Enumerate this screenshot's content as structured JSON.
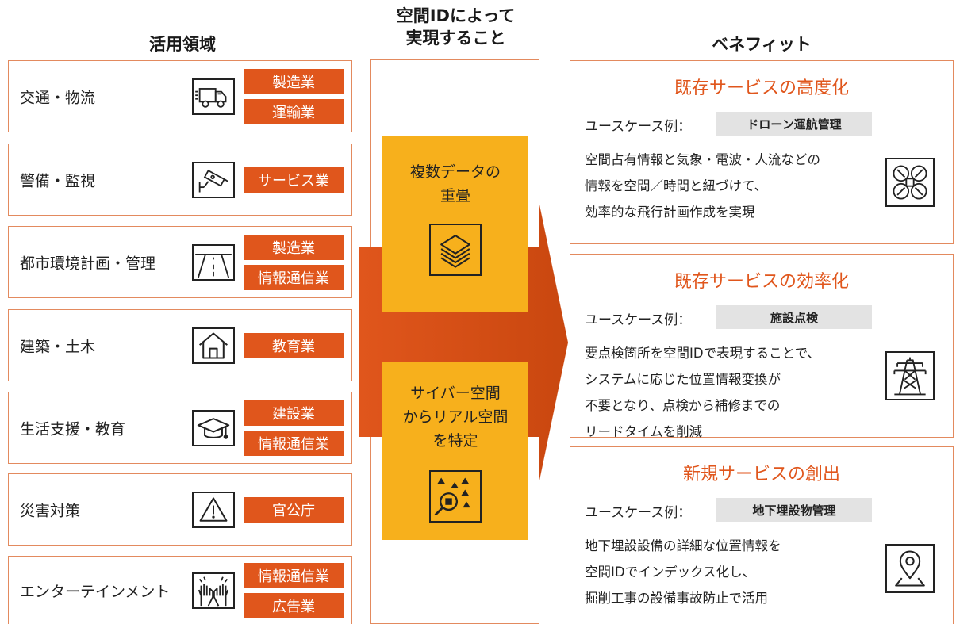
{
  "headers": {
    "left": "活用領域",
    "middle": "空間IDによって\n実現すること",
    "right": "ベネフィット"
  },
  "colors": {
    "accent": "#e0561c",
    "border": "#e38a5e",
    "highlight": "#f7b01c",
    "usecase_bg": "#e3e3e3"
  },
  "domains": [
    {
      "name": "交通・物流",
      "icon": "truck-icon",
      "tags": [
        "製造業",
        "運輸業"
      ]
    },
    {
      "name": "警備・監視",
      "icon": "security-camera-icon",
      "tags": [
        "サービス業"
      ]
    },
    {
      "name": "都市環境計画・管理",
      "icon": "road-icon",
      "tags": [
        "製造業",
        "情報通信業"
      ]
    },
    {
      "name": "建築・土木",
      "icon": "house-icon",
      "tags": [
        "教育業"
      ]
    },
    {
      "name": "生活支援・教育",
      "icon": "graduation-cap-icon",
      "tags": [
        "建設業",
        "情報通信業"
      ]
    },
    {
      "name": "災害対策",
      "icon": "warning-icon",
      "tags": [
        "官公庁"
      ]
    },
    {
      "name": "エンターテインメント",
      "icon": "hands-icon",
      "tags": [
        "情報通信業",
        "広告業"
      ]
    }
  ],
  "functions": [
    {
      "title": "複数データの\n重畳",
      "icon": "layers-icon"
    },
    {
      "title": "サイバー空間\nからリアル空間\nを特定",
      "icon": "map-search-icon"
    }
  ],
  "benefits": [
    {
      "title": "既存サービスの高度化",
      "usecase_label": "ユースケース例：",
      "usecase": "ドローン運航管理",
      "description": "空間占有情報と気象・電波・人流などの\n情報を空間／時間と紐づけて、\n効率的な飛行計画作成を実現",
      "icon": "drone-icon"
    },
    {
      "title": "既存サービスの効率化",
      "usecase_label": "ユースケース例：",
      "usecase": "施設点検",
      "description": "要点検箇所を空間IDで表現することで、\nシステムに応じた位置情報変換が\n不要となり、点検から補修までの\nリードタイムを削減",
      "icon": "power-tower-icon"
    },
    {
      "title": "新規サービスの創出",
      "usecase_label": "ユースケース例：",
      "usecase": "地下埋設物管理",
      "description": "地下埋設設備の詳細な位置情報を\n空間IDでインデックス化し、\n掘削工事の設備事故防止で活用",
      "icon": "location-pin-icon"
    }
  ]
}
